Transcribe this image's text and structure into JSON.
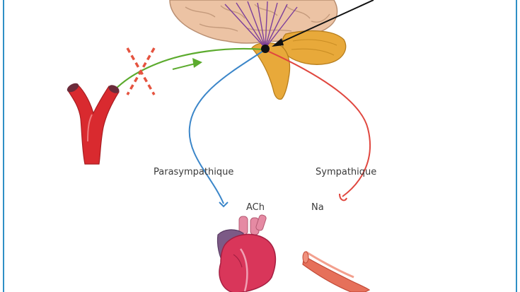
{
  "labels": {
    "parasympathetic": "Parasympathique",
    "sympathetic": "Sympathique",
    "ach": "ACh",
    "na": "Na"
  },
  "colors": {
    "frame": "#2f8fc6",
    "parasympathetic_nerve": "#3b86c9",
    "sympathetic_nerve": "#e0473f",
    "baroreceptor_pathway": "#5cab2e",
    "inhibition_cross": "#e5533f",
    "brain": "#ecc3a4",
    "brainstem": "#e8a93a",
    "cortical_projections": "#7d3f9b",
    "artery": "#d92a2f",
    "heart": "#d9365a"
  },
  "icons": [
    "brain",
    "brainstem",
    "carotid-artery",
    "heart",
    "blood-vessel",
    "inhibition-cross",
    "arrow"
  ]
}
